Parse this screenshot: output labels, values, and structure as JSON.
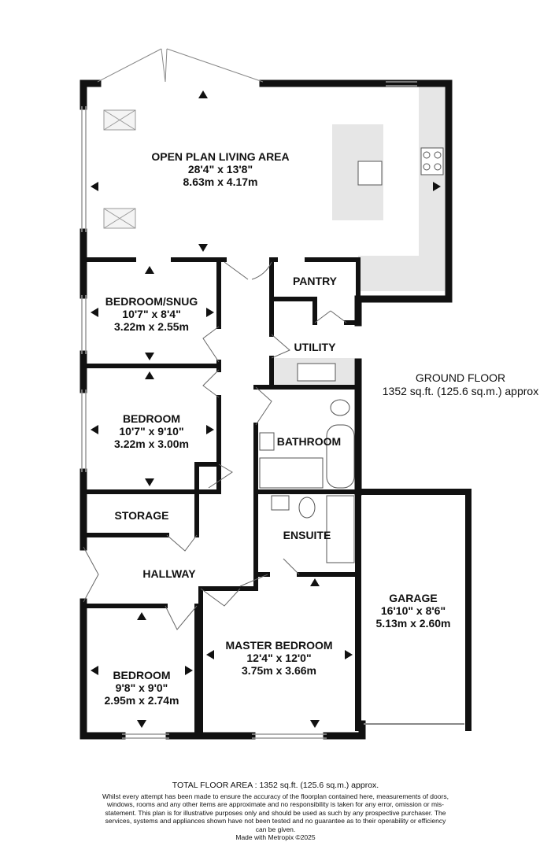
{
  "floor": {
    "name": "GROUND FLOOR",
    "area": "1352 sq.ft. (125.6 sq.m.) approx"
  },
  "rooms": {
    "living": {
      "name": "OPEN PLAN LIVING AREA",
      "imperial": "28'4\"  x 13'8\"",
      "metric": "8.63m  x 4.17m"
    },
    "pantry": {
      "name": "PANTRY"
    },
    "snug": {
      "name": "BEDROOM/SNUG",
      "imperial": "10'7\"  x 8'4\"",
      "metric": "3.22m  x 2.55m"
    },
    "utility": {
      "name": "UTILITY"
    },
    "bedroom2": {
      "name": "BEDROOM",
      "imperial": "10'7\"  x 9'10\"",
      "metric": "3.22m  x 3.00m"
    },
    "bathroom": {
      "name": "BATHROOM"
    },
    "storage": {
      "name": "STORAGE"
    },
    "ensuite": {
      "name": "ENSUITE"
    },
    "hallway": {
      "name": "HALLWAY"
    },
    "garage": {
      "name": "GARAGE",
      "imperial": "16'10\"  x 8'6\"",
      "metric": "5.13m  x 2.60m"
    },
    "master": {
      "name": "MASTER BEDROOM",
      "imperial": "12'4\"  x 12'0\"",
      "metric": "3.75m  x 3.66m"
    },
    "bedroom3": {
      "name": "BEDROOM",
      "imperial": "9'8\"  x 9'0\"",
      "metric": "2.95m  x 2.74m"
    }
  },
  "footer": {
    "total": "TOTAL FLOOR AREA : 1352 sq.ft. (125.6 sq.m.) approx.",
    "disclaimer": "Whilst every attempt has been made to ensure the accuracy of the floorplan contained here, measurements of doors, windows, rooms and any other items are approximate and no responsibility is taken for any error, omission or mis-statement. This plan is for illustrative purposes only and should be used as such by any prospective purchaser. The services, systems and appliances shown have not been tested and no guarantee as to their operability or efficiency can be given.",
    "credit": "Made with Metropix ©2025"
  },
  "colors": {
    "wall": "#111111",
    "kitchen": "#e6e6e6",
    "window": "#cccccc"
  }
}
